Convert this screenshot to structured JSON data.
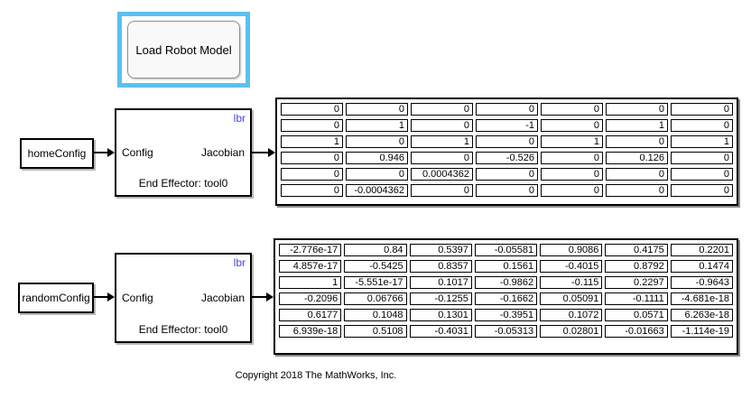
{
  "diagram": {
    "load_block": {
      "label": "Load Robot Model"
    },
    "rows": [
      {
        "source_label": "homeConfig",
        "block_tag": "lbr",
        "input_port": "Config",
        "output_port": "Jacobian",
        "block_footer": "End Effector: tool0",
        "matrix": [
          [
            "0",
            "0",
            "0",
            "0",
            "0",
            "0",
            "0"
          ],
          [
            "0",
            "1",
            "0",
            "-1",
            "0",
            "1",
            "0"
          ],
          [
            "1",
            "0",
            "1",
            "0",
            "1",
            "0",
            "1"
          ],
          [
            "0",
            "0.946",
            "0",
            "-0.526",
            "0",
            "0.126",
            "0"
          ],
          [
            "0",
            "0",
            "0.0004362",
            "0",
            "0",
            "0",
            "0"
          ],
          [
            "0",
            "-0.0004362",
            "0",
            "0",
            "0",
            "0",
            "0"
          ]
        ]
      },
      {
        "source_label": "randomConfig",
        "block_tag": "lbr",
        "input_port": "Config",
        "output_port": "Jacobian",
        "block_footer": "End Effector: tool0",
        "matrix": [
          [
            "-2.776e-17",
            "0.84",
            "0.5397",
            "-0.05581",
            "0.9086",
            "0.4175",
            "0.2201"
          ],
          [
            "4.857e-17",
            "-0.5425",
            "0.8357",
            "0.1561",
            "-0.4015",
            "0.8792",
            "0.1474"
          ],
          [
            "1",
            "-5.551e-17",
            "0.1017",
            "-0.9862",
            "-0.115",
            "0.2297",
            "-0.9643"
          ],
          [
            "-0.2096",
            "0.06766",
            "-0.1255",
            "-0.1662",
            "0.05091",
            "-0.1111",
            "-4.681e-18"
          ],
          [
            "0.6177",
            "0.1048",
            "0.1301",
            "-0.3951",
            "0.1072",
            "0.0571",
            "6.263e-18"
          ],
          [
            "6.939e-18",
            "0.5108",
            "-0.4031",
            "-0.05313",
            "0.02801",
            "-0.01663",
            "-1.114e-19"
          ]
        ]
      }
    ],
    "copyright": "Copyright 2018 The MathWorks, Inc."
  },
  "colors": {
    "selection_highlight": "#5bc0f0",
    "block_name_tag": "#4545e0",
    "wire": "#000000",
    "block_fill": "#ffffff",
    "background": "#ffffff"
  }
}
